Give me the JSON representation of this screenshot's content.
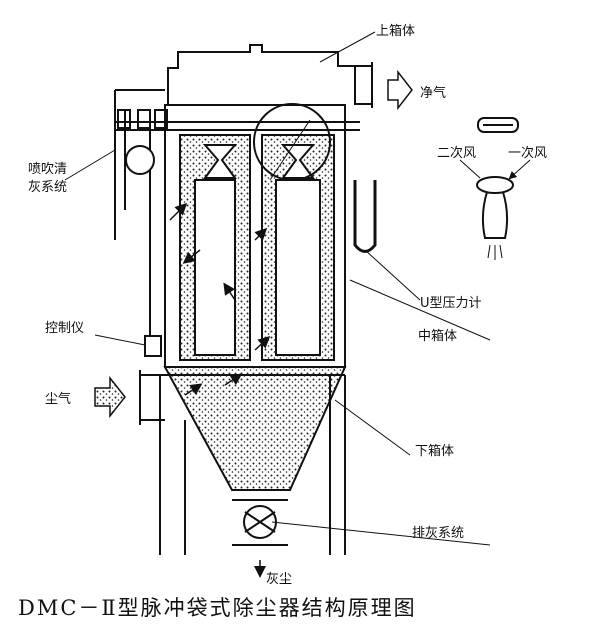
{
  "labels": {
    "upper_box": "上箱体",
    "clean_air": "净气",
    "spray_cleaning_line1": "喷吹清",
    "spray_cleaning_line2": "灰系统",
    "secondary_air": "二次风",
    "primary_air": "一次风",
    "u_manometer": "U型压力计",
    "controller": "控制仪",
    "middle_box": "中箱体",
    "dusty_air": "尘气",
    "lower_box": "下箱体",
    "ash_discharge": "排灰系统",
    "dust": "灰尘"
  },
  "title": "DMC－Ⅱ型脉冲袋式除尘器结构原理图",
  "colors": {
    "ink": "#111111",
    "background": "#ffffff"
  }
}
